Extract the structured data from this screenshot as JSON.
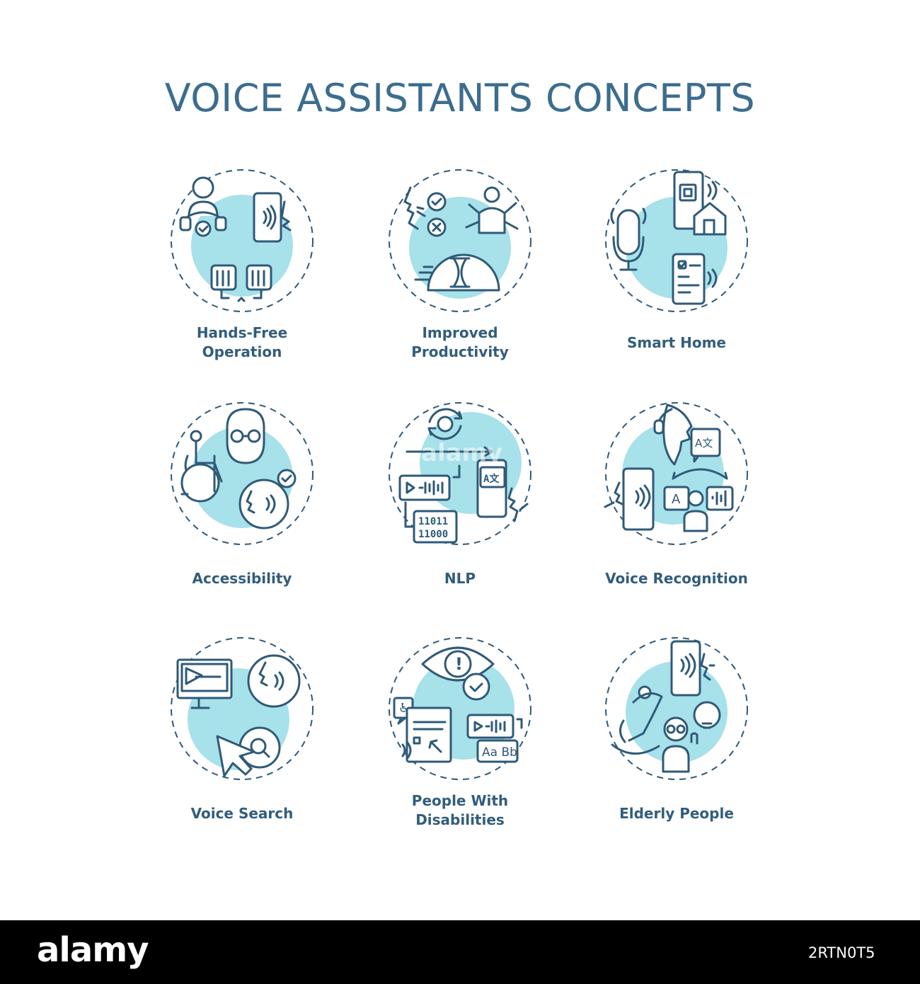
{
  "title": "VOICE ASSISTANTS CONCEPTS",
  "colors": {
    "title": "#3b6d8f",
    "stroke": "#2f5a78",
    "fill": "#a7e1ea",
    "label": "#325d7c"
  },
  "concepts": [
    {
      "label": "Hands-Free Operation",
      "line1": "Hands-Free",
      "line2": "Operation",
      "icon": "hands-free-icon"
    },
    {
      "label": "Improved Productivity",
      "line1": "Improved",
      "line2": "Productivity",
      "icon": "productivity-icon"
    },
    {
      "label": "Smart Home",
      "line1": "Smart Home",
      "line2": "",
      "icon": "smart-home-icon"
    },
    {
      "label": "Accessibility",
      "line1": "Accessibility",
      "line2": "",
      "icon": "accessibility-icon"
    },
    {
      "label": "NLP",
      "line1": "NLP",
      "line2": "",
      "icon": "nlp-icon",
      "binary_top": "11011",
      "binary_bottom": "11000",
      "translate_glyph": "A文"
    },
    {
      "label": "Voice Recognition",
      "line1": "Voice Recognition",
      "line2": "",
      "icon": "voice-recognition-icon",
      "translate_glyph": "A文",
      "letter": "A"
    },
    {
      "label": "Voice Search",
      "line1": "Voice Search",
      "line2": "",
      "icon": "voice-search-icon"
    },
    {
      "label": "People With Disabilities",
      "line1": "People With",
      "line2": "Disabilities",
      "icon": "disabilities-icon",
      "letters": "Aa Bb",
      "alert": "!"
    },
    {
      "label": "Elderly People",
      "line1": "Elderly People",
      "line2": "",
      "icon": "elderly-people-icon"
    }
  ],
  "watermark": "alamy",
  "footer": {
    "logo": "alamy",
    "image_id": "2RTN0T5"
  }
}
